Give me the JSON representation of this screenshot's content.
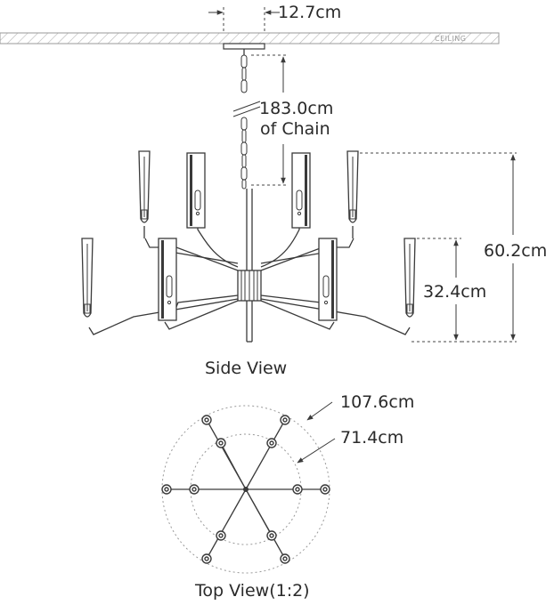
{
  "ceiling_label": "CEILING",
  "dimensions": {
    "canopy_width": "12.7cm",
    "chain_length": "183.0cm",
    "chain_note": "of  Chain",
    "overall_height": "60.2cm",
    "lower_tier_height": "32.4cm",
    "outer_diameter": "107.6cm",
    "inner_diameter": "71.4cm"
  },
  "captions": {
    "side_view": "Side View",
    "top_view": "Top View(1:2)"
  },
  "colors": {
    "line": "#3a3a3a",
    "guide": "#999999",
    "text": "#2a2a2a"
  }
}
